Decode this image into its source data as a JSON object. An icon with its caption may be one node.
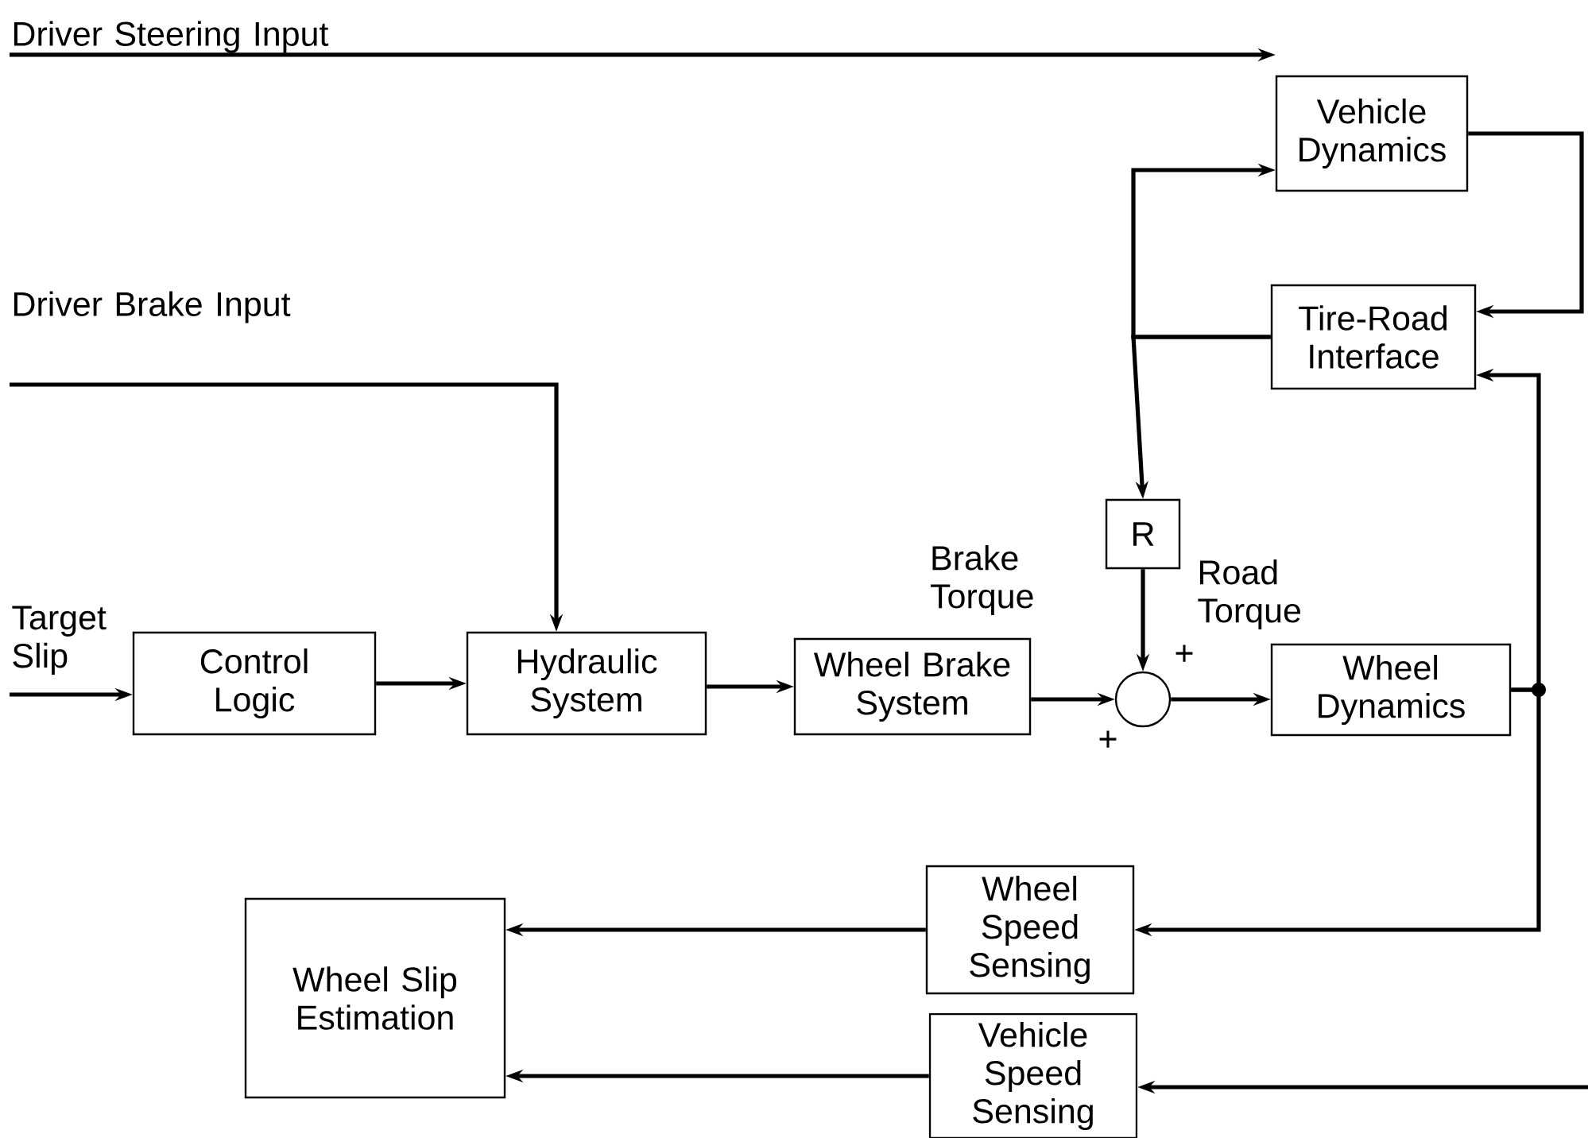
{
  "diagram": {
    "nodes": [
      {
        "text": [
          "Driver Steering Input"
        ]
      },
      {
        "text": [
          "Vehicle Dynamics"
        ]
      },
      {
        "text": [
          "Tire-Road Interface"
        ]
      },
      {
        "text": [
          "Driver Brake Input"
        ]
      },
      {
        "text": [
          "Target Slip"
        ]
      },
      {
        "text": [
          "Control Logic"
        ]
      },
      {
        "text": [
          "Hydraulic System"
        ]
      },
      {
        "text": [
          "Wheel Brake System"
        ]
      },
      {
        "text": [
          "R"
        ]
      },
      {
        "text": [],
        "shape": "circle"
      },
      {
        "text": [
          "Wheel Dynamics"
        ]
      },
      {
        "text": [
          "Wheel Speed Sensing"
        ]
      },
      {
        "text": [
          "Wheel Slip Estimation"
        ]
      },
      {
        "text": [
          "Vehicle Speed Sensing"
        ]
      }
    ],
    "edges": [
      {
        "from": 0,
        "to": 1,
        "arrow": "to"
      },
      {
        "from": 1,
        "to": 2,
        "arrow": "to"
      },
      {
        "from": 2,
        "to": 1,
        "arrow": "to"
      },
      {
        "from": 2,
        "to": 8,
        "arrow": "to"
      },
      {
        "from": 3,
        "to": 6,
        "arrow": "to"
      },
      {
        "from": 4,
        "to": 5,
        "arrow": "to"
      },
      {
        "from": 5,
        "to": 6,
        "arrow": "to"
      },
      {
        "from": 6,
        "to": 7,
        "arrow": "to"
      },
      {
        "from": 7,
        "to": 9,
        "arrow": "to"
      },
      {
        "from": 8,
        "to": 9,
        "arrow": "to"
      },
      {
        "from": 9,
        "to": 10,
        "arrow": "to"
      },
      {
        "from": 10,
        "to": 2,
        "arrow": "to"
      },
      {
        "from": 10,
        "to": 11,
        "arrow": "to"
      },
      {
        "from": 11,
        "to": 12,
        "arrow": "to"
      },
      {
        "from": null,
        "to": 13,
        "arrow": "to"
      },
      {
        "from": 13,
        "to": 12,
        "arrow": "to"
      }
    ],
    "labels": [
      "Brake Torque",
      "Road Torque",
      "+",
      "+"
    ]
  }
}
